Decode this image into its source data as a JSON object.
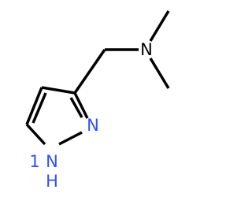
{
  "molecule": {
    "atoms": {
      "amine_n": {
        "label": "N",
        "color": "#000000"
      },
      "ring_n2": {
        "label": "N",
        "color": "#3050F8"
      },
      "ring_n1": {
        "label": "N",
        "color": "#3050F8"
      },
      "ring_n1_h": {
        "label": "H",
        "color": "#3050F8"
      },
      "ring_n1_h_prefix": {
        "label": "1",
        "color": "#3050F8"
      }
    },
    "colors": {
      "bond": "#000000",
      "heteroatom_nitrogen": "#3050F8"
    },
    "bond_order": {
      "c3_c4": 2,
      "c5_c4": 1,
      "n2_c3": 1,
      "n1_c5": 1,
      "n1_n2": 1,
      "c5_c4_inner": 2,
      "n2_c3_inner": 2
    }
  }
}
